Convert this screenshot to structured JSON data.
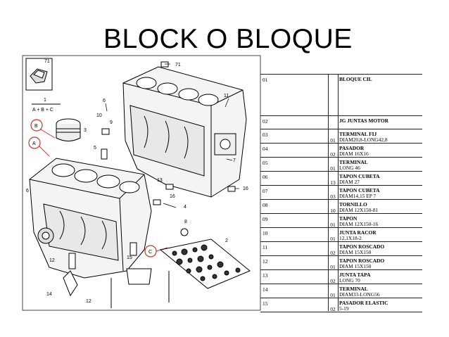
{
  "title": "BLOCK O BLOQUE",
  "diagram": {
    "formula": "A + B + C",
    "letters": [
      "A",
      "B",
      "C"
    ],
    "numbers": [
      "71",
      "71",
      "1",
      "6",
      "10",
      "9",
      "11",
      "3",
      "5",
      "7",
      "13",
      "16",
      "16",
      "4",
      "8",
      "6",
      "12",
      "15",
      "2",
      "14",
      "12"
    ]
  },
  "parts": [
    {
      "num": "01",
      "qty": "",
      "name": "BLOQUE CIL",
      "spec": ""
    },
    {
      "num": "02",
      "qty": "",
      "name": "JG JUNTAS MOTOR",
      "spec": ""
    },
    {
      "num": "03",
      "qty": "01",
      "name": "TERMINAL FIJ",
      "spec": "DIAM20,8-LONG42,8"
    },
    {
      "num": "04",
      "qty": "02",
      "name": "PASADOR",
      "spec": "DIAM 16X16"
    },
    {
      "num": "05",
      "qty": "01",
      "name": "TERMINAL",
      "spec": "LONG 46"
    },
    {
      "num": "06",
      "qty": "13",
      "name": "TAPON CUBETA",
      "spec": "DIAM 27"
    },
    {
      "num": "07",
      "qty": "03",
      "name": "TAPON CUBETA",
      "spec": "DIAM14,15 EP 7"
    },
    {
      "num": "08",
      "qty": "10",
      "name": "TORNILLO",
      "spec": "DIAM 12X150-81"
    },
    {
      "num": "09",
      "qty": "01",
      "name": "TAPON",
      "spec": "DIAM 12X150-16"
    },
    {
      "num": "10",
      "qty": "01",
      "name": "JUNTA RACOR",
      "spec": "12,1X18-2"
    },
    {
      "num": "11",
      "qty": "02",
      "name": "TAPON ROSCADO",
      "spec": "DIAM 15X150"
    },
    {
      "num": "12",
      "qty": "01",
      "name": "TAPON ROSCADO",
      "spec": "DIAM 15X150"
    },
    {
      "num": "13",
      "qty": "02",
      "name": "JUNTA TAPA",
      "spec": "LONG 70"
    },
    {
      "num": "14",
      "qty": "01",
      "name": "TERMINAL",
      "spec": "DIAM33-LONG56"
    },
    {
      "num": "15",
      "qty": "02",
      "name": "PASADOR ELASTIC",
      "spec": "5-19"
    }
  ]
}
